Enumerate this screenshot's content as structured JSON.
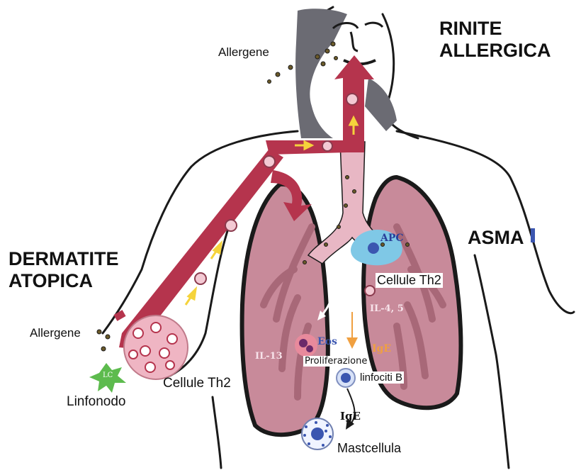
{
  "labels": {
    "rinite_line1": "RINITE",
    "rinite_line2": "ALLERGICA",
    "asma": "ASMA",
    "dermatite_line1": "DERMATITE",
    "dermatite_line2": "ATOPICA",
    "allergene_top": "Allergene",
    "allergene_left": "Allergene",
    "linfonodo": "Linfonodo",
    "lc": "LC",
    "cellule_th2_left": "Cellule Th2",
    "cellule_th2_lung": "Cellule Th2",
    "apc": "APC",
    "il13": "IL-13",
    "il45": "IL-4, 5",
    "eos": "Eos",
    "ige_lung": "IgE",
    "proliferazione": "Proliferazione",
    "linfociti_b": "linfociti B",
    "ige_arrow": "IgE",
    "mastcellula": "Mastcellula"
  },
  "colors": {
    "outline": "#1a1a1a",
    "hair": "#6b6b73",
    "lung_fill": "#c88a9a",
    "lung_dark": "#a86878",
    "airway": "#e8b7c4",
    "vessel": "#b5344d",
    "arrow_yellow": "#f5d33b",
    "apc_blue": "#7fc8e6",
    "lc_green": "#5dbb4e",
    "lymph_pink": "#efb5c3",
    "ige_orange": "#f0a040"
  }
}
